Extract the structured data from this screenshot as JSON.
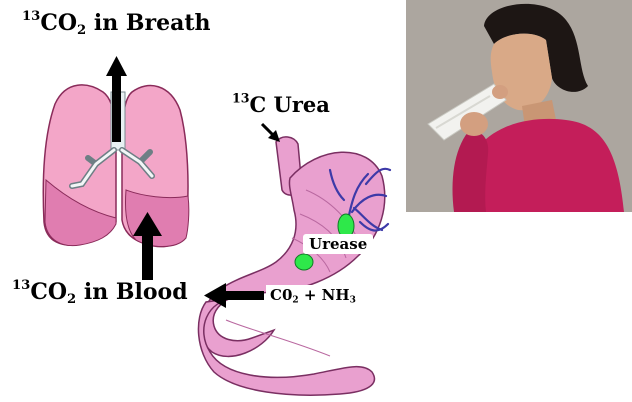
{
  "labels": {
    "breath": {
      "iso": "13",
      "main": "CO",
      "sub": "2",
      "rest": " in Breath"
    },
    "urea": {
      "iso": "13",
      "main": "C Urea"
    },
    "blood": {
      "iso": "13",
      "main": "CO",
      "sub": "2",
      "rest": " in Blood"
    },
    "urease": "Urease",
    "reaction": {
      "part1": "C0",
      "sub1": "2",
      "part2": " + NH",
      "sub2": "3"
    }
  },
  "colors": {
    "lung_fill": "#f3a6c8",
    "stomach_fill": "#e9a0cf",
    "urease_green": "#2ee84a",
    "vessel_blue": "#3d3aa8",
    "arrow": "#000000"
  }
}
